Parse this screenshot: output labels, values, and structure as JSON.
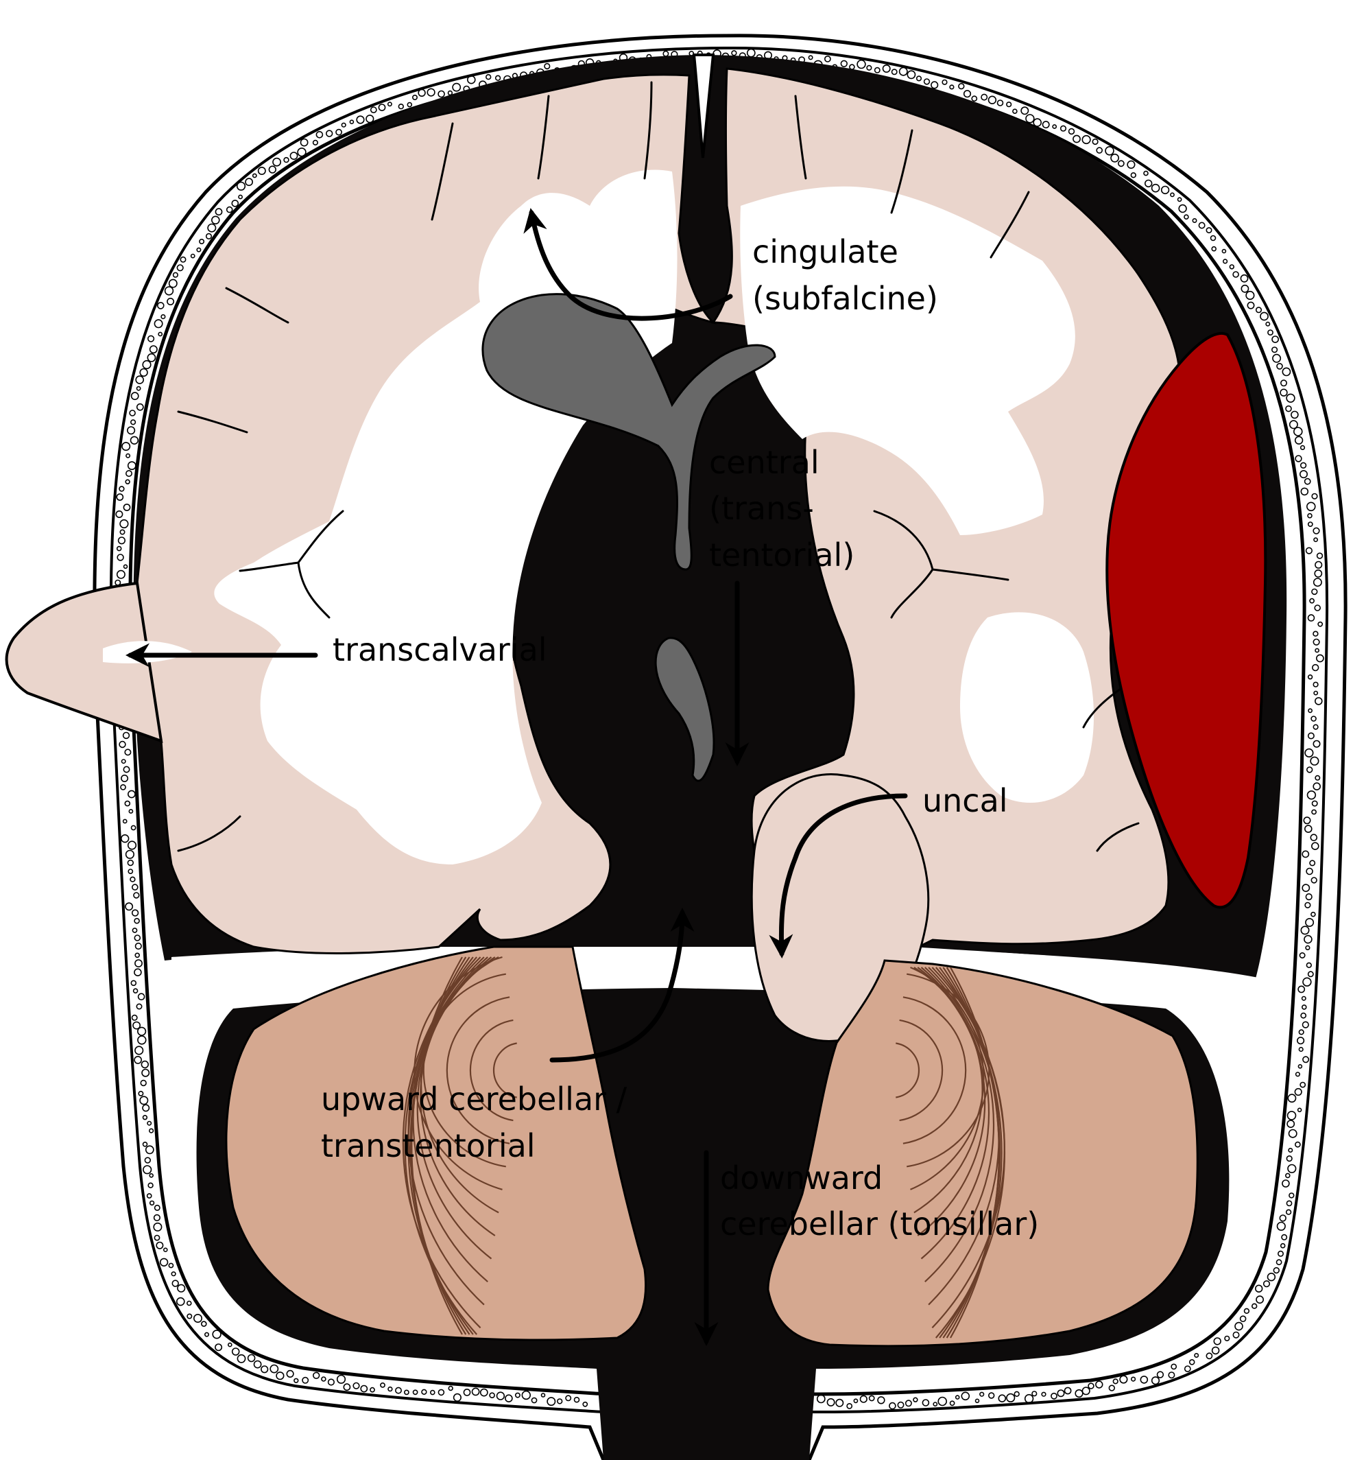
{
  "labels": {
    "cingulate": [
      "cingulate",
      "(subfalcine)"
    ],
    "central": [
      "central",
      "(trans-",
      "tentorial)"
    ],
    "transcalvarial": [
      "transcalvarial"
    ],
    "uncal": [
      "uncal"
    ],
    "upward": [
      "upward cerebellar /",
      "transtentorial"
    ],
    "downward": [
      "downward",
      "cerebellar (tonsillar)"
    ]
  },
  "colors": {
    "cerebrum": "#ead5cc",
    "white_matter": "#ffffff",
    "cerebellum": "#d5a890",
    "cerebellum_lines": "#6b3f2a",
    "ventricle": "#686868",
    "hematoma": "#aa0000",
    "dura_csf": "#0d0b0b",
    "skull": "#ffffff",
    "outline": "#000000"
  }
}
